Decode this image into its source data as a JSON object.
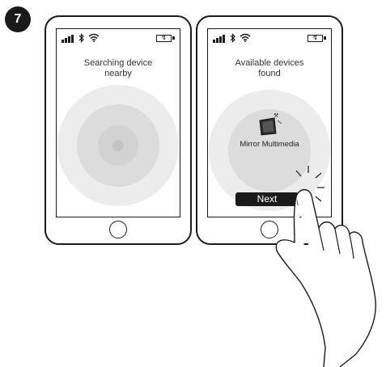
{
  "step": {
    "number": "7"
  },
  "phones": {
    "left": {
      "title": "Searching device\nnearby",
      "battery_symbol": "↯"
    },
    "right": {
      "title": "Available devices\nfound",
      "device_name": "Mirror Multimedia",
      "next_label": "Next",
      "battery_symbol": "↯"
    }
  },
  "icons": {
    "bluetooth": "✶",
    "signal": "signal-bars-icon",
    "wifi": "wifi-icon",
    "battery": "battery-charging-icon",
    "home": "home-button-icon",
    "device": "monitor-icon",
    "hand": "hand-pointer-icon"
  },
  "colors": {
    "radar_outer": "#ececec",
    "radar_mid": "#dcdcdc",
    "radar_inner": "#cfcfcf",
    "ink": "#1a1a1a"
  }
}
